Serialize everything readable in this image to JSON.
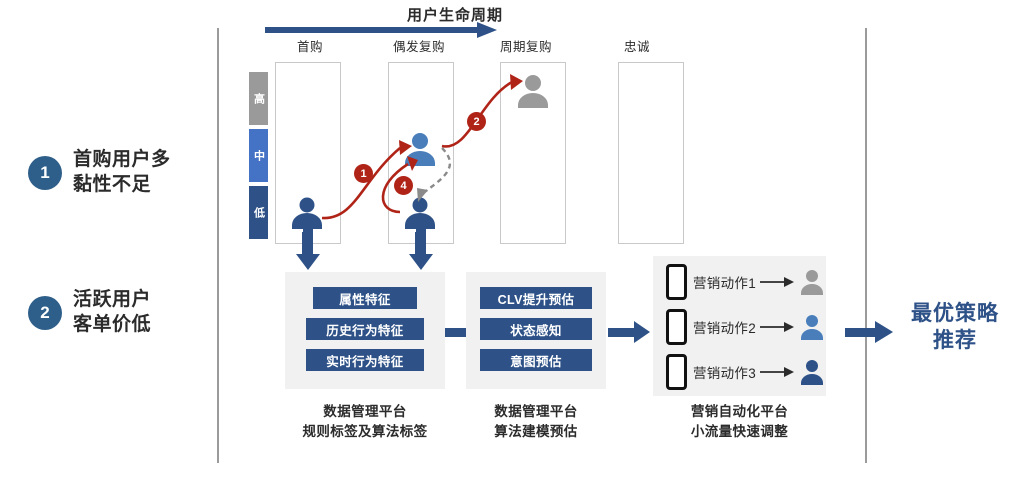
{
  "issues": [
    {
      "number": "1",
      "line1": "首购用户多",
      "line2": "黏性不足"
    },
    {
      "number": "2",
      "line1": "活跃用户",
      "line2": "客单价低"
    }
  ],
  "lifecycle": {
    "title": "用户生命周期",
    "stages": [
      "首购",
      "偶发复购",
      "周期复购",
      "忠诚"
    ],
    "levels": [
      {
        "label": "高",
        "color": "#9a9a9a"
      },
      {
        "label": "中",
        "color": "#4472c4"
      },
      {
        "label": "低",
        "color": "#2e5288"
      }
    ],
    "transitions": [
      "1",
      "2",
      "4"
    ]
  },
  "panels": [
    {
      "chips": [
        "属性特征",
        "历史行为特征",
        "实时行为特征"
      ],
      "caption_line1": "数据管理平台",
      "caption_line2": "规则标签及算法标签"
    },
    {
      "chips": [
        "CLV提升预估",
        "状态感知",
        "意图预估"
      ],
      "caption_line1": "数据管理平台",
      "caption_line2": "算法建模预估"
    }
  ],
  "marketing": {
    "actions": [
      {
        "label": "营销动作1",
        "user_color": "#9a9a9a"
      },
      {
        "label": "营销动作2",
        "user_color": "#4a7ebb"
      },
      {
        "label": "营销动作3",
        "user_color": "#2e5288"
      }
    ],
    "caption_line1": "营销自动化平台",
    "caption_line2": "小流量快速调整"
  },
  "result": {
    "line1": "最优策略",
    "line2": "推荐"
  },
  "colors": {
    "accent_blue": "#2e5288",
    "mid_blue": "#4472c4",
    "gray": "#9a9a9a",
    "arrow_red": "#b02418",
    "panel_bg": "#f1f1f1",
    "divider": "#9b9b9b"
  }
}
